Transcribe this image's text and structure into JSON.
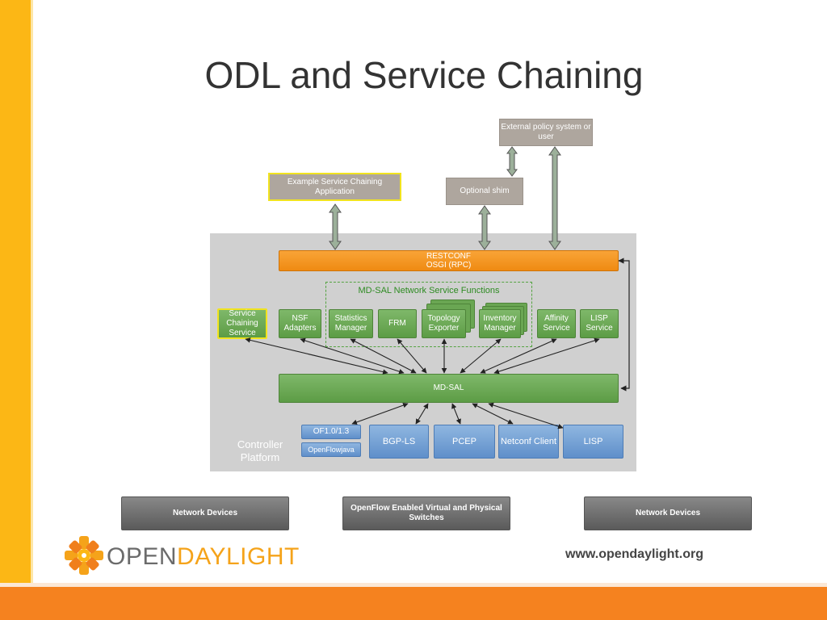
{
  "title": "ODL and Service Chaining",
  "external": {
    "external_policy": "External policy system or user",
    "example_app": "Example Service Chaining Application",
    "optional_shim": "Optional shim"
  },
  "restconf": {
    "line1": "RESTCONF",
    "line2": "OSGI (RPC)"
  },
  "nsf_group_label": "MD-SAL Network Service Functions",
  "services": {
    "service_chaining": "Service Chaining Service",
    "nsf_adapters": "NSF Adapters",
    "statistics_manager": "Statistics Manager",
    "frm": "FRM",
    "topology_exporter": "Topology Exporter",
    "inventory_manager": "Inventory Manager",
    "affinity_service": "Affinity Service",
    "lisp_service": "LISP Service"
  },
  "mdsal": "MD-SAL",
  "southbound": {
    "of": "OF1.0/1.3",
    "openflowjava": "OpenFlowjava",
    "bgp_ls": "BGP-LS",
    "pcep": "PCEP",
    "netconf": "Netconf Client",
    "lisp": "LISP"
  },
  "controller_platform": "Controller Platform",
  "devices": {
    "left": "Network Devices",
    "middle": "OpenFlow Enabled Virtual and Physical Switches",
    "right": "Network Devices"
  },
  "logo": {
    "part1": "OPEN",
    "part2": "DAYLIGHT"
  },
  "url": "www.opendaylight.org",
  "colors": {
    "yellow_bar": "#fcb715",
    "orange_bar": "#f5821f",
    "green_box": "#6aa653",
    "blue_box": "#6f9bd1",
    "orange_box": "#f39a22",
    "tan_box": "#aea69e"
  }
}
